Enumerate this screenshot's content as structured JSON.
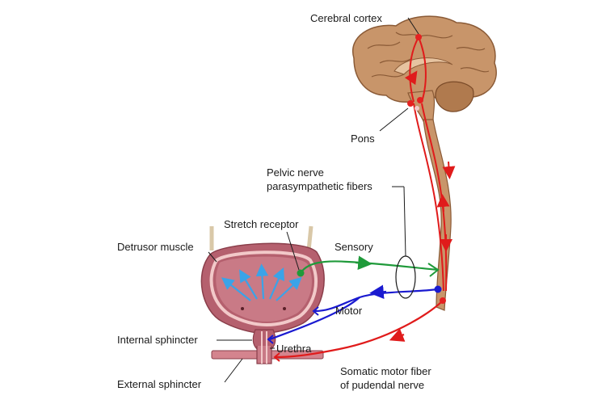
{
  "labels": {
    "cerebral_cortex": "Cerebral cortex",
    "pons": "Pons",
    "pelvic_nerve_line1": "Pelvic nerve",
    "pelvic_nerve_line2": "parasympathetic fibers",
    "stretch_receptor": "Stretch receptor",
    "detrusor_muscle": "Detrusor muscle",
    "sensory": "Sensory",
    "motor": "Motor",
    "internal_sphincter": "Internal  sphincter",
    "urethra": "Urethra",
    "external_sphincter": "External  sphincter",
    "somatic_line1": "Somatic motor fiber",
    "somatic_line2": "of pudendal nerve"
  },
  "colors": {
    "brain": "#c8956a",
    "brain_dark": "#8a5a36",
    "spinal_cord": "#c8956a",
    "bladder_outer": "#b5606e",
    "bladder_inner": "#c97a86",
    "bladder_rim": "#f2c9c9",
    "sensory_nerve": "#1f9a3a",
    "motor_nerve": "#1a1ad0",
    "somatic_nerve": "#e01b1b",
    "neuron_dot": "#e52121",
    "stretch_arrow": "#3aa3e8"
  }
}
